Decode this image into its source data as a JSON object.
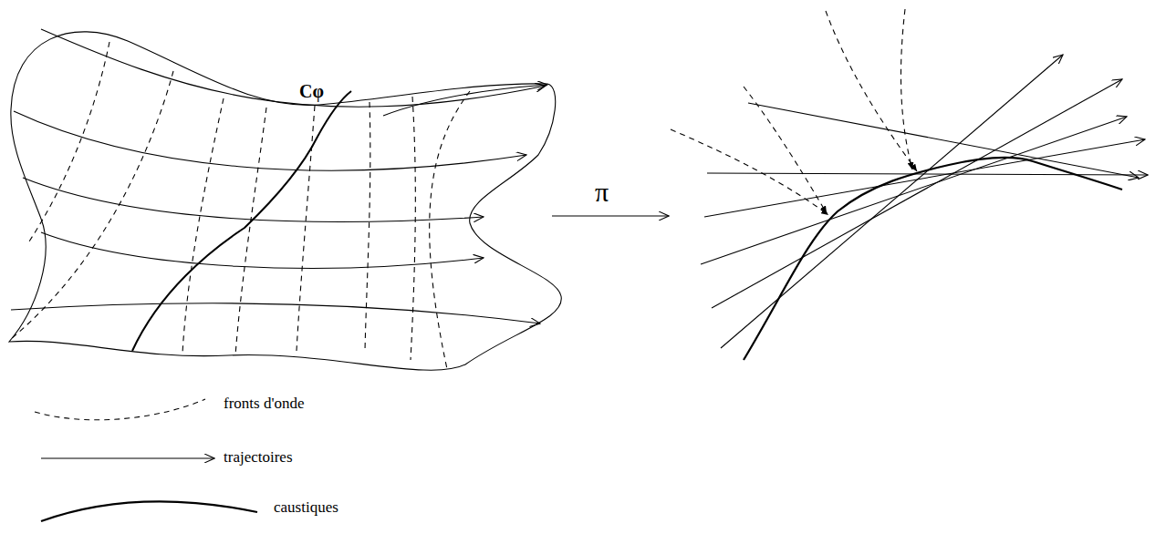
{
  "diagram": {
    "labels": [
      "Cφ",
      "π"
    ],
    "legend": [
      {
        "text": "fronts d'onde"
      },
      {
        "text": "trajectoires"
      },
      {
        "text": "caustiques"
      }
    ]
  }
}
